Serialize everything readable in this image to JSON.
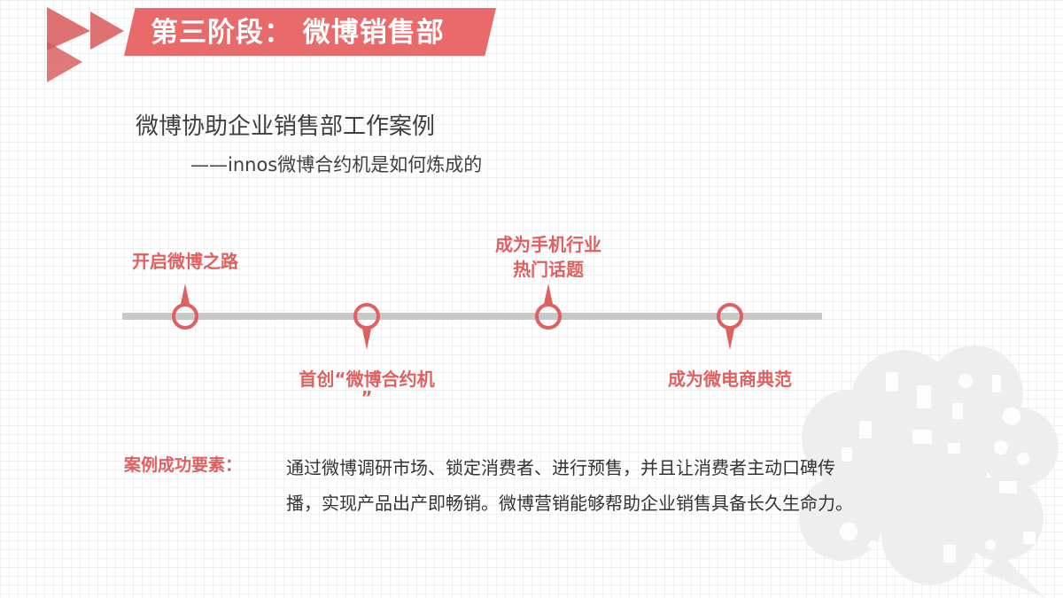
{
  "slide": {
    "title": "第三阶段： 微博销售部",
    "heading": "微博协助企业销售部工作案例",
    "subheading": "——innos微博合约机是如何炼成的",
    "colors": {
      "accent": "#e86a6a",
      "accent_text": "#e06060",
      "timeline_bar": "#c8c8c8",
      "body_text": "#333333"
    }
  },
  "timeline": {
    "milestones": [
      {
        "label_line1": "开启微博之路",
        "label_line2": "",
        "position": "above"
      },
      {
        "label_line1": "首创“微博合约机",
        "label_line2": "”",
        "position": "below"
      },
      {
        "label_line1": "成为手机行业",
        "label_line2": "热门话题",
        "position": "above"
      },
      {
        "label_line1": "成为微电商典范",
        "label_line2": "",
        "position": "below"
      }
    ]
  },
  "success_factors": {
    "label": "案例成功要素：",
    "line1": "通过微博调研市场、锁定消费者、进行预售，并且让消费者主动口碑传",
    "line2": "播，实现产品出产即畅销。微博营销能够帮助企业销售具备长久生命力。"
  },
  "decor": {
    "arrow_icon": "play-arrows-icon",
    "cloud_icon": "social-media-cloud-icon"
  }
}
